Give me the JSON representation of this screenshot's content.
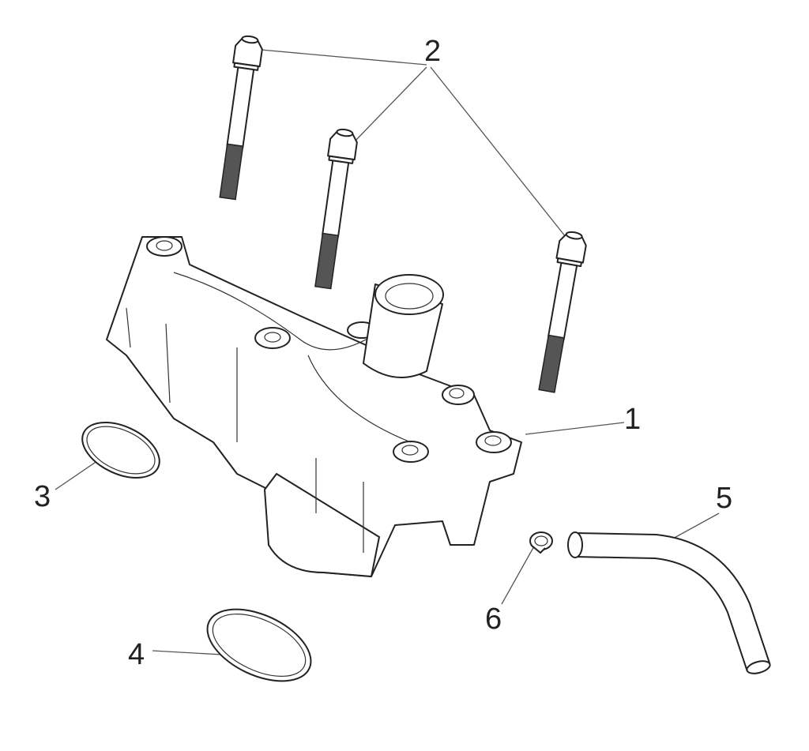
{
  "diagram": {
    "type": "exploded parts diagram",
    "callouts": [
      {
        "id": "1",
        "label": "1"
      },
      {
        "id": "2",
        "label": "2"
      },
      {
        "id": "3",
        "label": "3"
      },
      {
        "id": "4",
        "label": "4"
      },
      {
        "id": "5",
        "label": "5"
      },
      {
        "id": "6",
        "label": "6"
      }
    ]
  }
}
